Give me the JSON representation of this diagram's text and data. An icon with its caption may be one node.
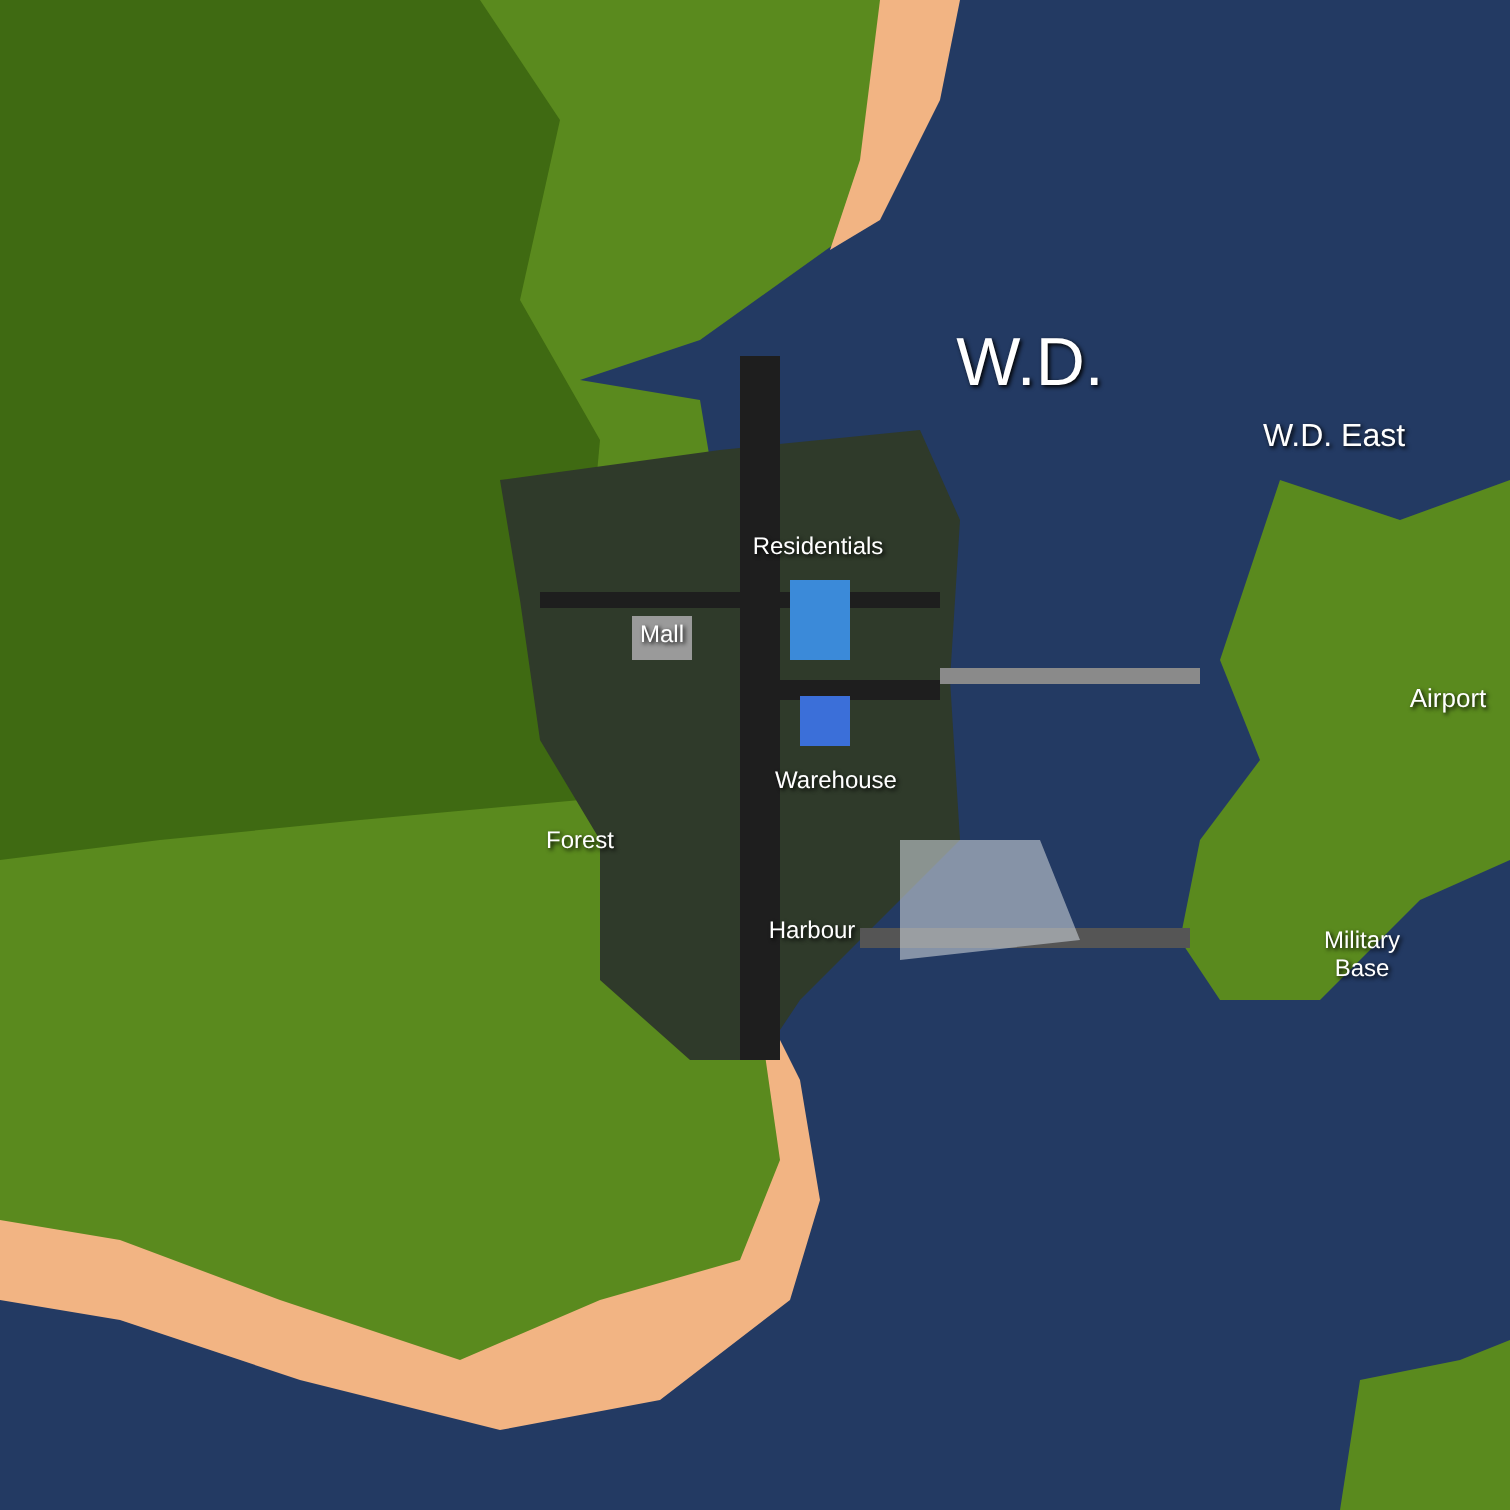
{
  "diagram": {
    "labels": [
      "W.D.",
      "W.D. East",
      "Residentials",
      "Mall",
      "Airport",
      "Warehouse",
      "Forest",
      "Harbour",
      "Military Base"
    ]
  }
}
